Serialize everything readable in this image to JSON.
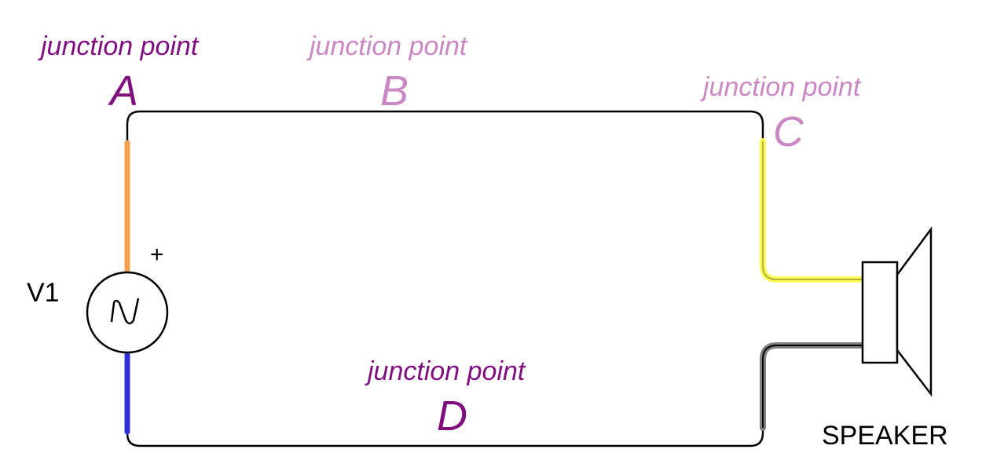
{
  "junctions": {
    "a": {
      "caption": "junction point",
      "letter": "A"
    },
    "b": {
      "caption": "junction point",
      "letter": "B"
    },
    "c": {
      "caption": "junction point",
      "letter": "C"
    },
    "d": {
      "caption": "junction point",
      "letter": "D"
    }
  },
  "source": {
    "label": "V1",
    "polarity": "+"
  },
  "speaker": {
    "label": "SPEAKER"
  },
  "colors": {
    "junction_dark": "#7f0f7f",
    "junction_light": "#c988c4",
    "wire_orange": "#f0a050",
    "wire_yellow": "#ffff50",
    "wire_blue": "#3030d8",
    "wire_gray": "#808080",
    "wire_black": "#000000"
  }
}
